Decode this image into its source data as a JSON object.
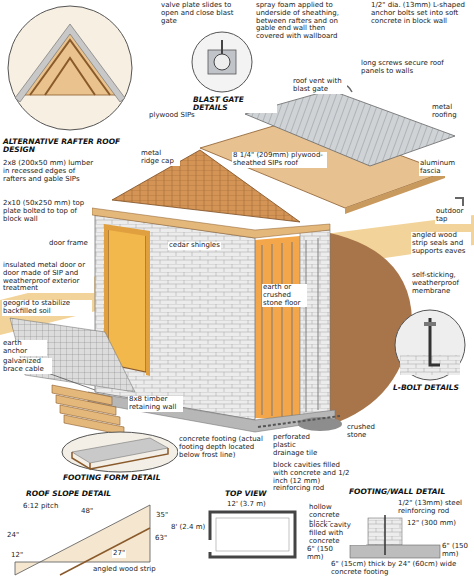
{
  "diagram": {
    "labels": [
      "spray foam applied to underside of sheathing, between rafters and on gable end wall then covered with wallboard",
      "valve plate slides to open and close blast gate",
      "BLAST GATE DETAILS",
      "roof vent with blast gate",
      "1/2\" dia. (13mm) L-shaped anchor bolts set into soft concrete in block wall",
      "long screws secure roof panels to walls",
      "metal roofing",
      "aluminum fascia",
      "ALTERNATIVE RAFTER ROOF DESIGN",
      "plywood SIPs",
      "metal ridge cap",
      "8 1/4\" (209mm) plywood-sheathed SIPs roof",
      "2x8 (200x50 mm) lumber in recessed edges of rafters and gable SIPs",
      "2x10 (50x250 mm) top plate bolted to top of block wall",
      "cedar shingles",
      "door frame",
      "outdoor tap",
      "insulated metal door or door made of SIP and weatherproof exterior treatment",
      "earth or crushed stone floor",
      "angled wood strip seals and supports eaves",
      "self-sticking, weatherproof membrane",
      "geogrid to stabilize backfilled soil",
      "earth anchor",
      "galvanized brace cable",
      "8x8 timber retaining wall",
      "concrete footing (actual footing depth located below frost line)",
      "perforated plastic drainage tile",
      "crushed stone",
      "L-BOLT DETAILS",
      "block cavities filled with concrete and 1/2 inch (12 mm) reinforcing rod",
      "FOOTING FORM DETAIL",
      "ROOF SLOPE DETAIL",
      "6:12 pitch",
      "48\"",
      "24\"",
      "35\"",
      "63\"",
      "27\"",
      "12\"",
      "angled wood strip",
      "TOP VIEW",
      "12' (3.7 m)",
      "8' (2.4 m)",
      "1/2\" (13mm) steel reinforcing rod",
      "hollow concrete blocks",
      "block cavity filled with concrete",
      "12\" (300 mm)",
      "6\" (150 mm)",
      "6\" (150 mm)",
      "6\" (15cm) thick by 24\" (60cm) wide concrete footing",
      "FOOTING/WALL DETAIL"
    ]
  }
}
